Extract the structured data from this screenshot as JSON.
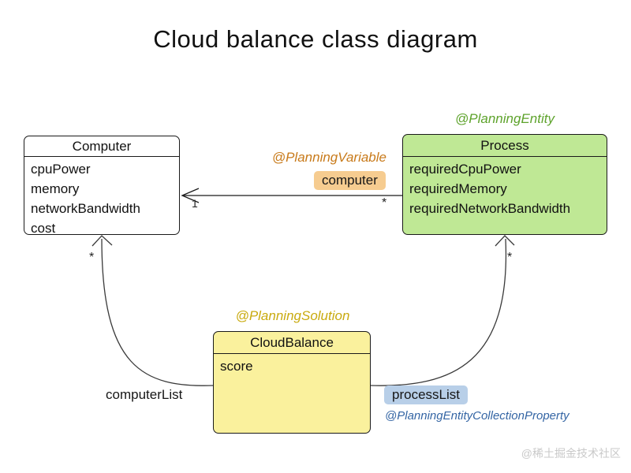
{
  "title": "Cloud balance class diagram",
  "watermark": "@稀土掘金技术社区",
  "classes": {
    "computer": {
      "name": "Computer",
      "attributes": [
        "cpuPower",
        "memory",
        "networkBandwidth",
        "cost"
      ],
      "fill": "#ffffff",
      "border": "#1a1a1a"
    },
    "process": {
      "name": "Process",
      "annotation": "@PlanningEntity",
      "annotation_color": "#5ea32c",
      "attributes": [
        "requiredCpuPower",
        "requiredMemory",
        "requiredNetworkBandwidth"
      ],
      "fill": "#bfe895",
      "border": "#1a1a1a"
    },
    "cloud_balance": {
      "name": "CloudBalance",
      "annotation": "@PlanningSolution",
      "annotation_color": "#c9aa0e",
      "attributes": [
        "score"
      ],
      "fill": "#faf19d",
      "border": "#1a1a1a"
    }
  },
  "associations": {
    "planning_variable": {
      "annotation": "@PlanningVariable",
      "annotation_color": "#c87a1a",
      "label": "computer",
      "label_highlight": "#f6cc90",
      "multiplicity_computer_end": "1",
      "multiplicity_process_end": "*"
    },
    "computer_list": {
      "label": "computerList",
      "multiplicity": "*"
    },
    "process_list": {
      "label": "processList",
      "label_highlight": "#b8cfe8",
      "annotation": "@PlanningEntityCollectionProperty",
      "annotation_color": "#3465a4",
      "multiplicity": "*"
    }
  }
}
